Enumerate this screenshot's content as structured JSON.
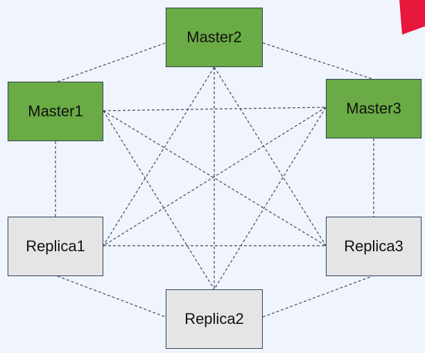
{
  "diagram": {
    "nodes": [
      {
        "id": "master2",
        "label": "Master2",
        "kind": "master"
      },
      {
        "id": "master1",
        "label": "Master1",
        "kind": "master"
      },
      {
        "id": "master3",
        "label": "Master3",
        "kind": "master"
      },
      {
        "id": "replica1",
        "label": "Replica1",
        "kind": "replica"
      },
      {
        "id": "replica3",
        "label": "Replica3",
        "kind": "replica"
      },
      {
        "id": "replica2",
        "label": "Replica2",
        "kind": "replica"
      }
    ],
    "edges": [
      [
        "master1",
        "master2"
      ],
      [
        "master2",
        "master3"
      ],
      [
        "master1",
        "replica1"
      ],
      [
        "master3",
        "replica3"
      ],
      [
        "replica1",
        "replica2"
      ],
      [
        "replica2",
        "replica3"
      ],
      [
        "master1",
        "master3"
      ],
      [
        "replica1",
        "replica3"
      ],
      [
        "master2",
        "replica1"
      ],
      [
        "master2",
        "replica2"
      ],
      [
        "master2",
        "replica3"
      ],
      [
        "master1",
        "replica2"
      ],
      [
        "master1",
        "replica3"
      ],
      [
        "master3",
        "replica1"
      ],
      [
        "master3",
        "replica2"
      ]
    ],
    "colors": {
      "master_fill": "#6aab45",
      "replica_fill": "#e5e5e5",
      "edge": "#3a4658",
      "accent": "#e8173c",
      "background": "#f0f4fd"
    }
  }
}
